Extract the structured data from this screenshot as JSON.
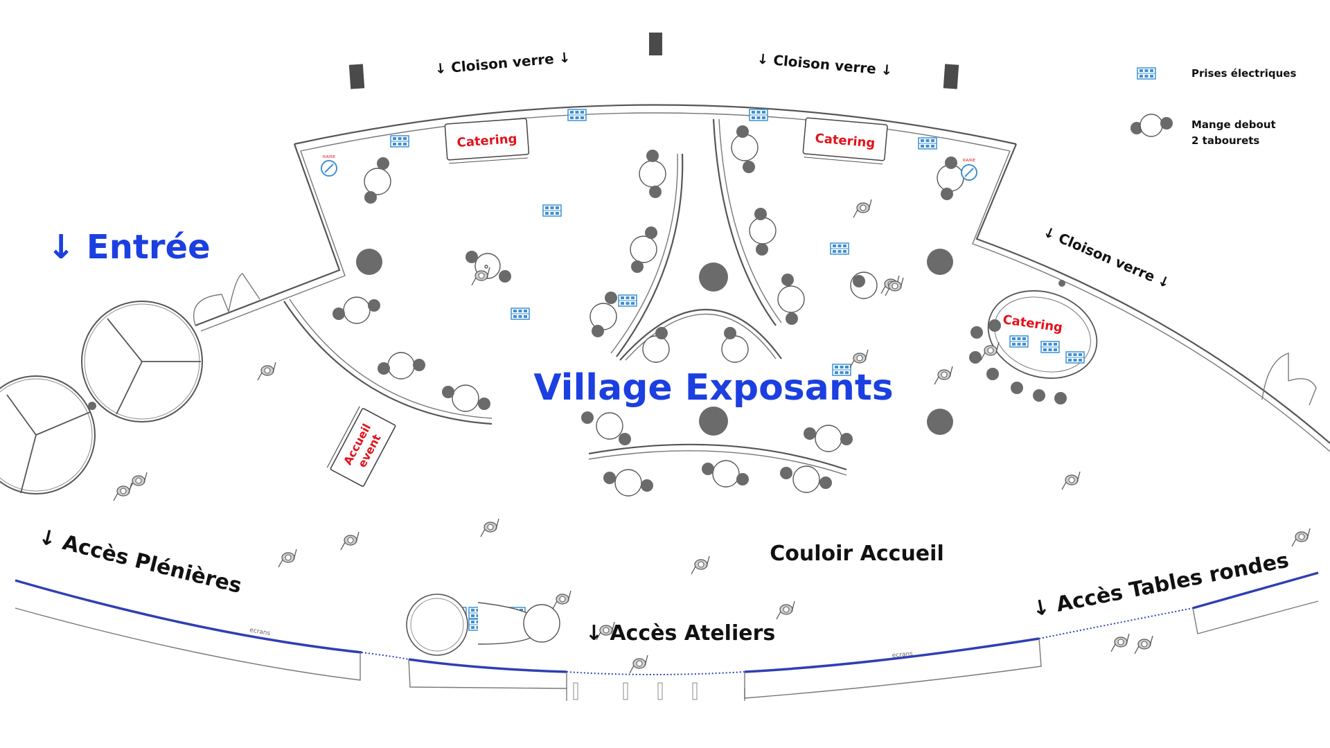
{
  "labels": {
    "entree": "↓ Entrée",
    "village": "Village Exposants",
    "cloison_left": "↓ Cloison verre ↓",
    "cloison_center": "↓ Cloison verre ↓",
    "cloison_right": "↓ Cloison verre ↓",
    "catering": "Catering",
    "accueil_line1": "Accueil",
    "accueil_line2": "event",
    "couloir": "Couloir Accueil",
    "acces_plenieres": "↓ Accès Plénières",
    "acces_ateliers": "↓ Accès Ateliers",
    "acces_tables": "↓ Accès Tables rondes",
    "ecrans": "ecrans",
    "fire_label": "RIA/RIE"
  },
  "legend": {
    "plug_label": "Prises électriques",
    "mange_line1": "Mange debout",
    "mange_line2": "2 tabourets"
  },
  "colors": {
    "blue_accent": "#1b3fe0",
    "red_label": "#e3121b",
    "plug_blue": "#3e8fd0",
    "corridor_line": "#2e3fb3"
  },
  "icons": [
    "power-outlet-icon",
    "fire-extinguisher-icon",
    "person-icon",
    "standing-table-icon"
  ]
}
